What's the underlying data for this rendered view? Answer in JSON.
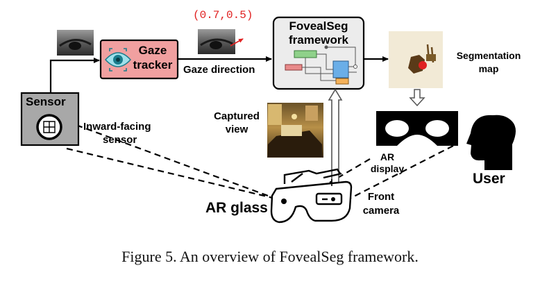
{
  "coordinate_label": "(0.7,0.5)",
  "gaze_tracker": {
    "line1": "Gaze",
    "line2": "tracker"
  },
  "gaze_direction_label": "Gaze direction",
  "framework": {
    "line1": "FovealSeg",
    "line2": "framework"
  },
  "segmentation": {
    "line1": "Segmentation",
    "line2": "map"
  },
  "sensor_label": "Sensor",
  "inward_sensor": {
    "line1": "Inward-facing",
    "line2": "sensor"
  },
  "captured_view": {
    "line1": "Captured",
    "line2": "view"
  },
  "ar_display": {
    "line1": "AR",
    "line2": "display"
  },
  "user_label": "User",
  "ar_glass_label": "AR glass",
  "front_camera": {
    "line1": "Front",
    "line2": "camera"
  },
  "caption": "Figure 5. An overview of FovealSeg framework.",
  "colors": {
    "gaze_box": "#f0a0a0",
    "coordinate_text": "#e02020",
    "sensor_box": "#a8a8a8",
    "framework_box": "#ececec",
    "block_green": "#8fd18a",
    "block_red": "#e88a8a",
    "block_blue": "#6aaee8",
    "block_orange": "#f5b25a",
    "segmentation_bg": "#f2ead6"
  }
}
